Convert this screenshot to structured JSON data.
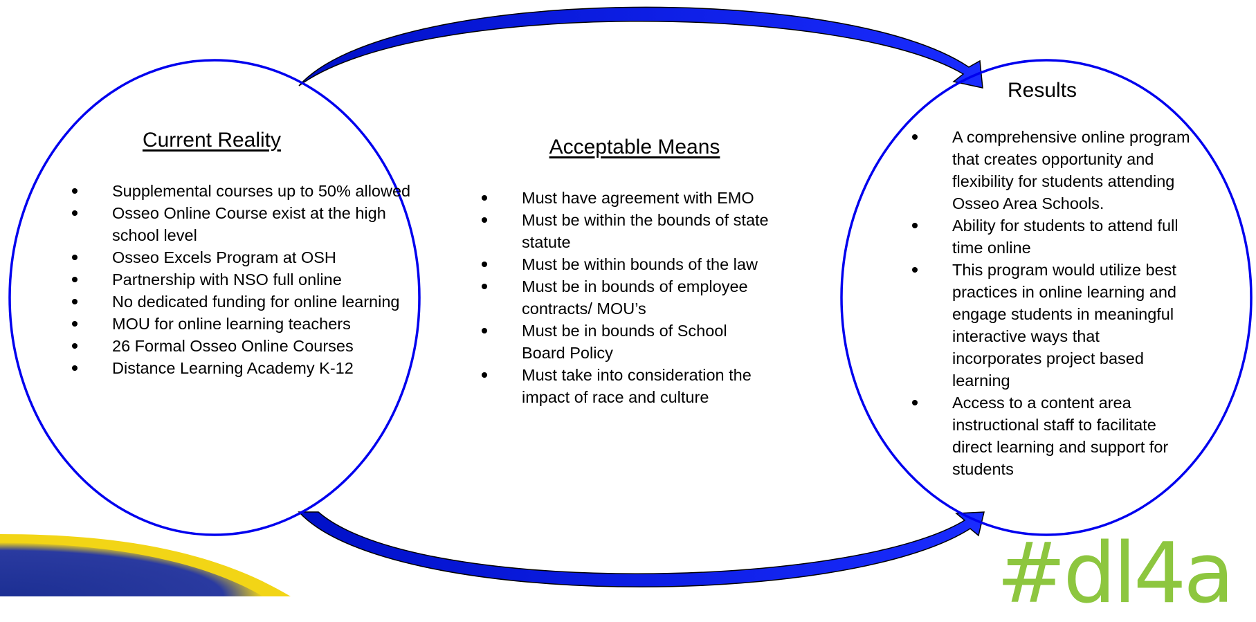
{
  "current_reality": {
    "title": "Current Reality",
    "items": [
      "Supplemental courses up to 50% allowed",
      "Osseo Online Course exist at the high school level",
      "Osseo Excels Program at OSH",
      "Partnership with NSO full online",
      "No dedicated funding for online learning",
      "MOU for online learning teachers",
      "26 Formal Osseo Online Courses",
      "Distance Learning Academy K-12"
    ]
  },
  "acceptable_means": {
    "title": "Acceptable Means",
    "items": [
      "Must have agreement with EMO",
      "Must be within the bounds of state statute",
      "Must be within bounds of the law",
      "Must be in bounds of employee contracts/ MOU’s",
      "Must be in bounds of School Board Policy",
      "Must take into consideration the impact of race and culture"
    ]
  },
  "results": {
    "title": "Results",
    "items": [
      "A comprehensive online program that creates opportunity and flexibility for students attending Osseo Area Schools.",
      "Ability for students to attend full time online",
      "This program would utilize best practices in online learning and engage students in meaningful interactive ways that incorporates project based learning",
      "Access to a content area instructional staff to facilitate direct learning and support for students"
    ]
  },
  "logo": {
    "text": "#dl4a",
    "color": "#8dc63f"
  },
  "colors": {
    "circle_stroke": "#0000ee",
    "arrow_fill": "#0a14e6",
    "corner_blue": "#1a2a8c",
    "corner_yellow": "#f2d516"
  }
}
